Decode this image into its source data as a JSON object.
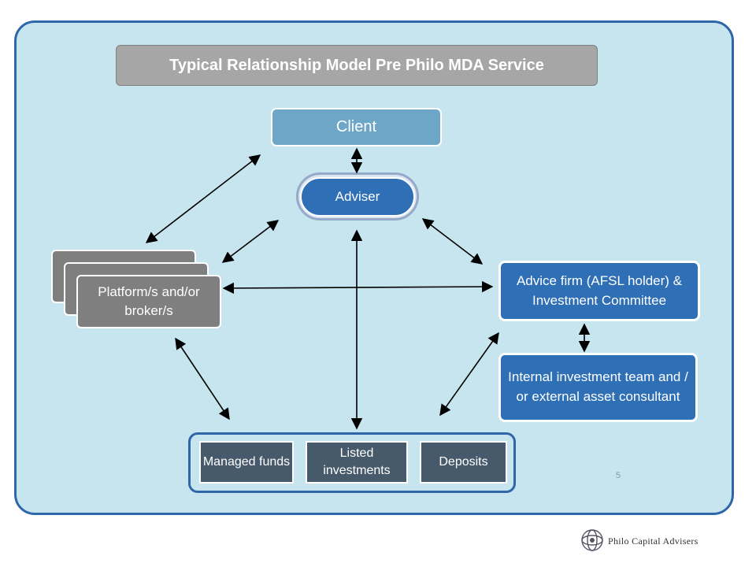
{
  "title": "Typical Relationship Model Pre Philo MDA Service",
  "nodes": {
    "client": "Client",
    "adviser": "Adviser",
    "platform": "Platform/s and/or broker/s",
    "advice_firm": "Advice firm (AFSL holder) & Investment Committee",
    "internal_team": "Internal investment team and / or external asset consultant"
  },
  "products": [
    "Managed funds",
    "Listed investments",
    "Deposits"
  ],
  "page_number": "5",
  "logo": {
    "text": "Philo Capital Advisers"
  },
  "colors": {
    "panel_bg": "#c7e5ee",
    "panel_border": "#2f65a9",
    "title_bg": "#a6a6a6",
    "client_bg": "#6ea6c8",
    "blue_node": "#2e6fb6",
    "grey_node": "#7f7f7f",
    "product_bg": "#475a6b"
  }
}
